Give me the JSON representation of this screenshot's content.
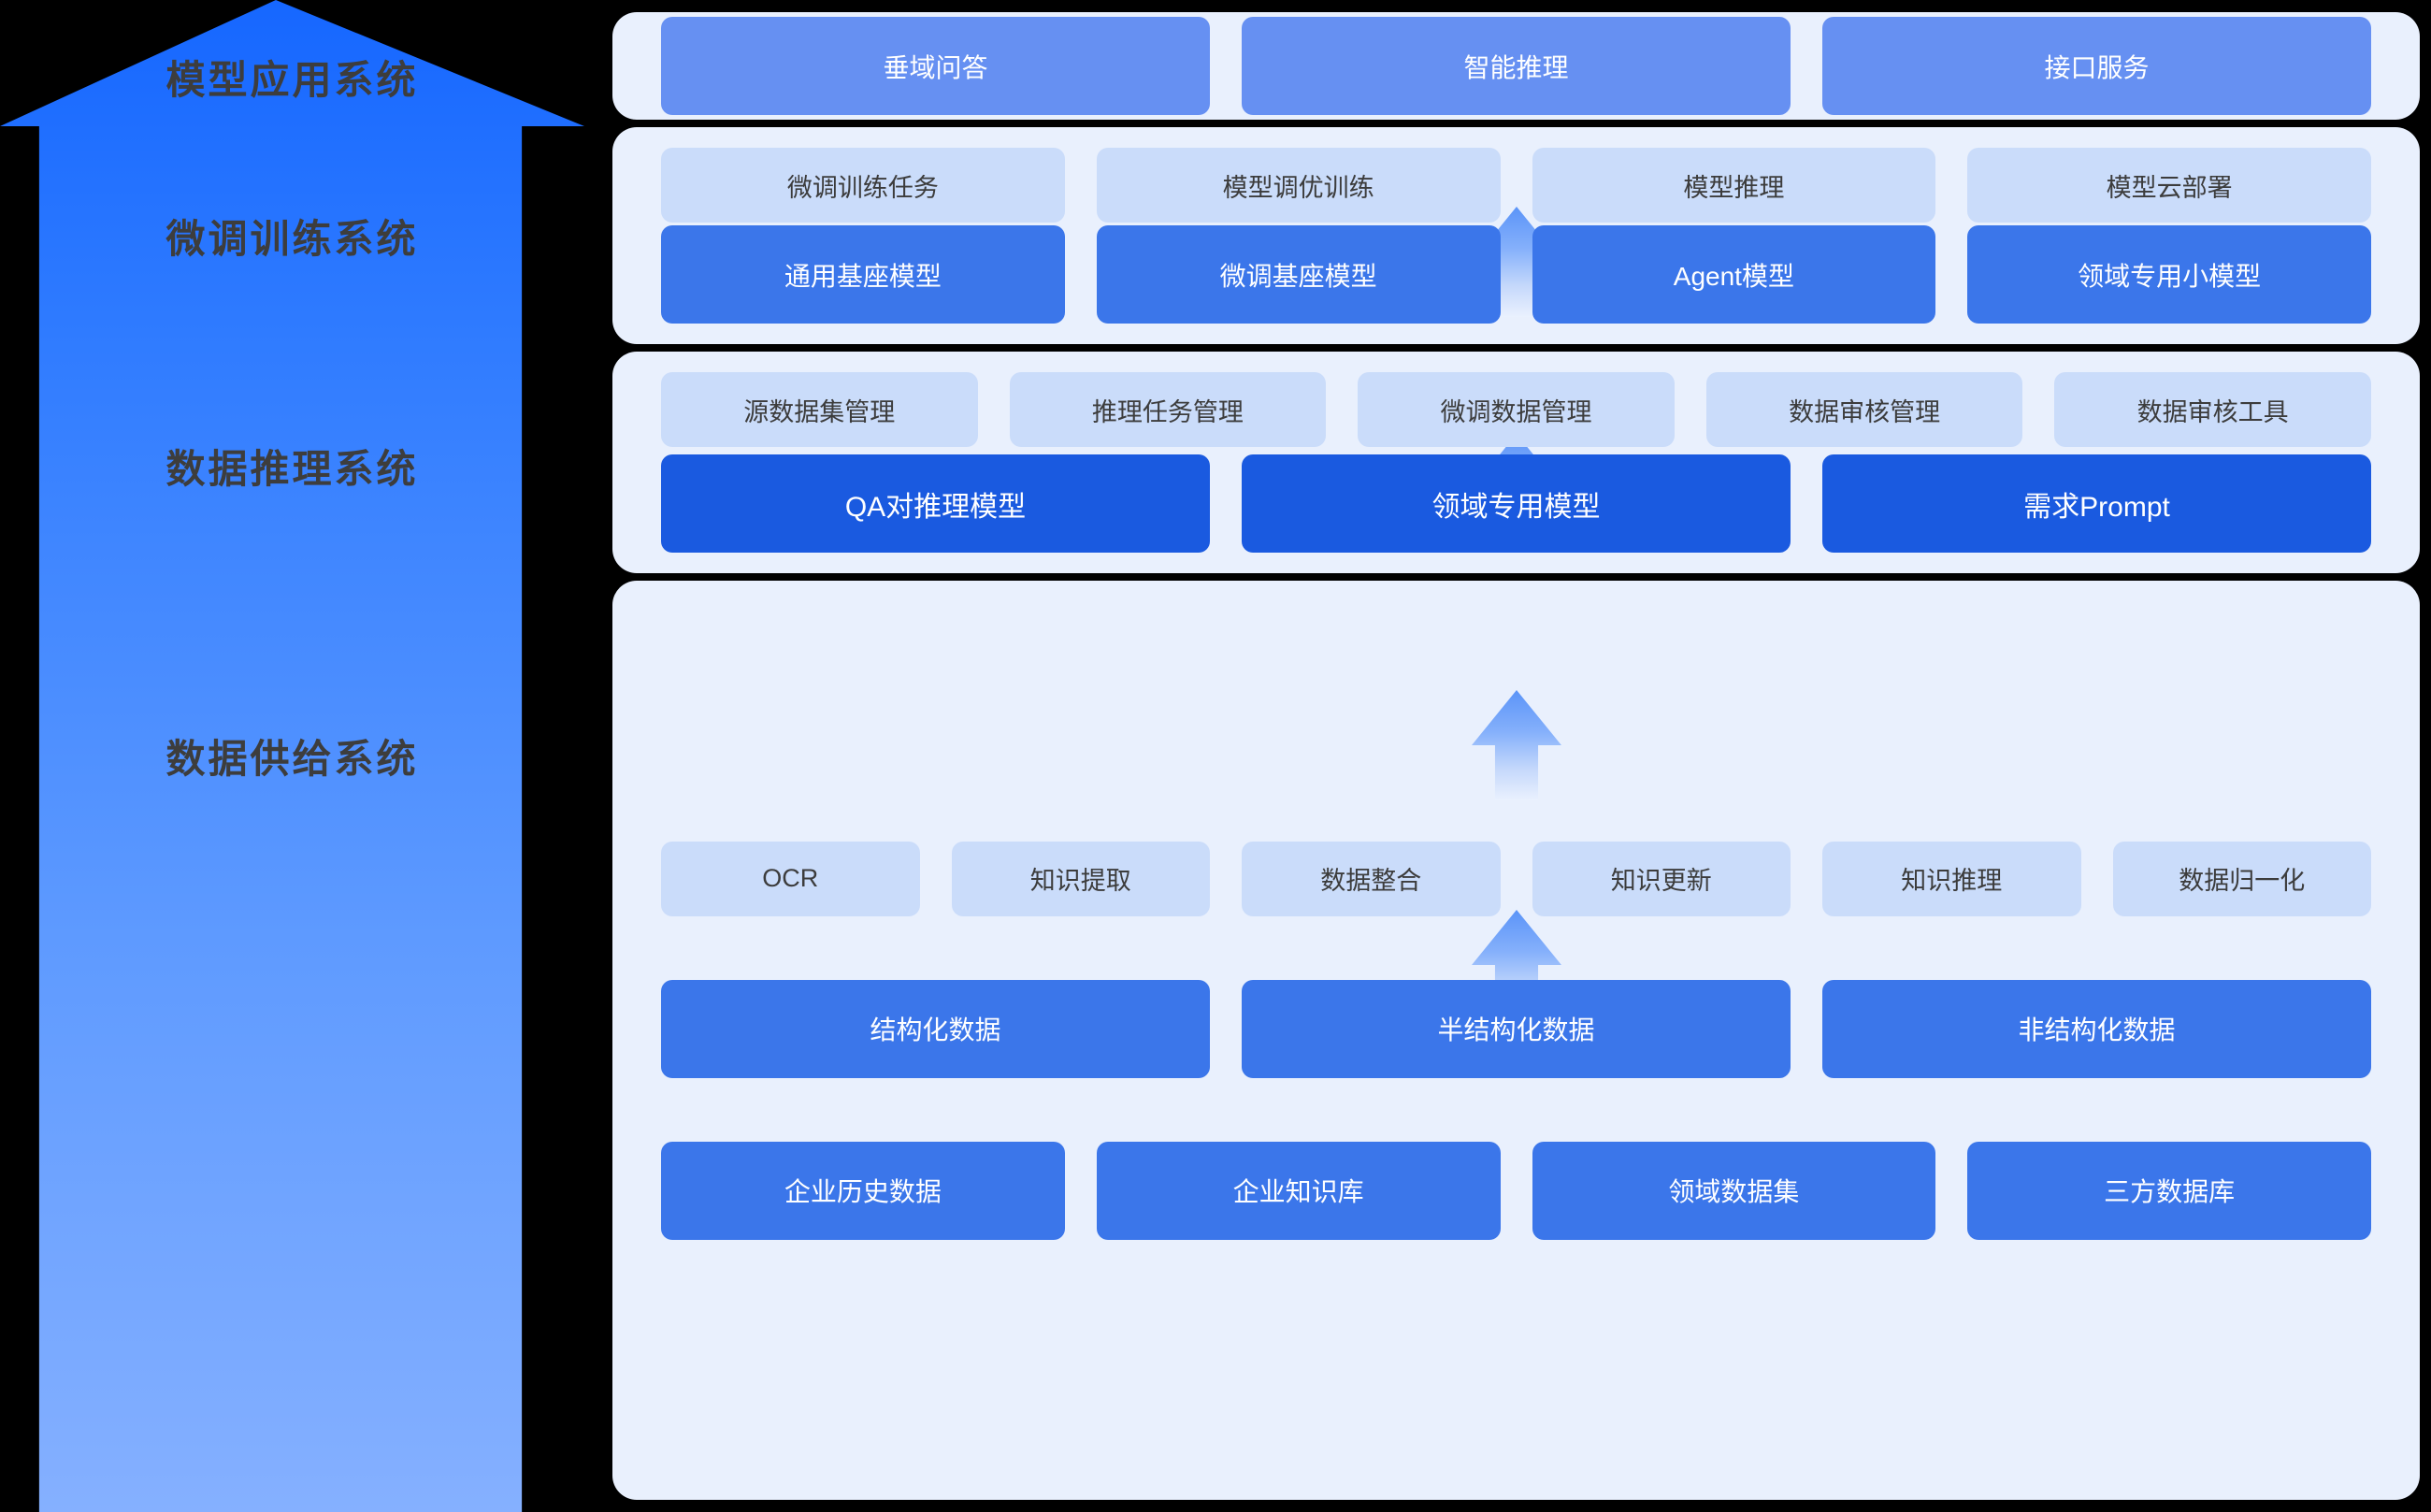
{
  "diagram": {
    "title_hidden": "",
    "colors": {
      "panel_bg": "#e9f0fd",
      "tone_light": "#cadcfa",
      "tone_mid": "#6690f2",
      "tone_strong": "#3b76ea",
      "tone_deep": "#1a5ae0",
      "arrow_top": "#1667ff",
      "arrow_bottom": "#85b0ff",
      "label_text": "#3d3d3d",
      "page_bg": "#000000"
    }
  },
  "arrow": {
    "name": "upward-layer-arrow",
    "labels": [
      {
        "text": "模型应用系统"
      },
      {
        "text": "微调训练系统"
      },
      {
        "text": "数据推理系统"
      },
      {
        "text": "数据供给系统"
      }
    ]
  },
  "panels": [
    {
      "name": "model-application-system",
      "rows": [
        {
          "tone": "mid",
          "cells": [
            {
              "label": "垂域问答"
            },
            {
              "label": "智能推理"
            },
            {
              "label": "接口服务"
            }
          ]
        }
      ]
    },
    {
      "name": "fine-tuning-training-system",
      "rows": [
        {
          "tone": "light",
          "cells": [
            {
              "label": "微调训练任务"
            },
            {
              "label": "模型调优训练"
            },
            {
              "label": "模型推理"
            },
            {
              "label": "模型云部署"
            }
          ]
        },
        {
          "tone": "strong",
          "cells": [
            {
              "label": "通用基座模型"
            },
            {
              "label": "微调基座模型"
            },
            {
              "label": "Agent模型"
            },
            {
              "label": "领域专用小模型"
            }
          ]
        }
      ]
    },
    {
      "name": "data-reasoning-system",
      "rows": [
        {
          "tone": "light",
          "cells": [
            {
              "label": "源数据集管理"
            },
            {
              "label": "推理任务管理"
            },
            {
              "label": "微调数据管理"
            },
            {
              "label": "数据审核管理"
            },
            {
              "label": "数据审核工具"
            }
          ]
        },
        {
          "tone": "deep",
          "cells": [
            {
              "label": "QA对推理模型"
            },
            {
              "label": "领域专用模型"
            },
            {
              "label": "需求Prompt"
            }
          ]
        }
      ]
    },
    {
      "name": "data-supply-system",
      "rows": [
        {
          "tone": "light",
          "cells": [
            {
              "label": "OCR"
            },
            {
              "label": "知识提取"
            },
            {
              "label": "数据整合"
            },
            {
              "label": "知识更新"
            },
            {
              "label": "知识推理"
            },
            {
              "label": "数据归一化"
            }
          ]
        },
        {
          "tone": "strong",
          "cells": [
            {
              "label": "结构化数据"
            },
            {
              "label": "半结构化数据"
            },
            {
              "label": "非结构化数据"
            }
          ]
        },
        {
          "tone": "strong",
          "cells": [
            {
              "label": "企业历史数据"
            },
            {
              "label": "企业知识库"
            },
            {
              "label": "领域数据集"
            },
            {
              "label": "三方数据库"
            }
          ]
        }
      ]
    }
  ]
}
